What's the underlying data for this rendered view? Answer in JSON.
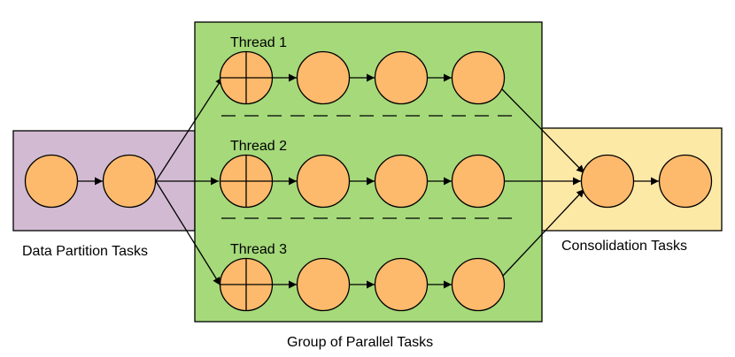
{
  "labels": {
    "data_partition": "Data Partition Tasks",
    "consolidation": "Consolidation Tasks",
    "parallel_group": "Group of Parallel Tasks",
    "threads": [
      "Thread 1",
      "Thread 2",
      "Thread 3"
    ]
  },
  "colors": {
    "partition_region": "#d2bbd2",
    "parallel_region": "#a5d97a",
    "consolidation_region": "#fde9a6",
    "node_fill": "#feba6c",
    "stroke": "#000000"
  },
  "structure": {
    "partition_task_count": 2,
    "thread_count": 3,
    "tasks_per_thread": 4,
    "consolidation_task_count": 2,
    "first_thread_task_marker": "crosshair"
  }
}
